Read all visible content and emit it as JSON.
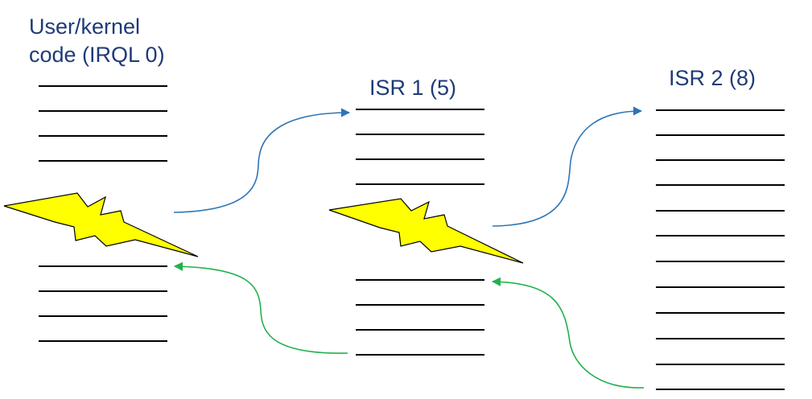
{
  "labels": {
    "user_line1": "User/kernel",
    "user_line2": "code (IRQL 0)",
    "isr1": "ISR 1 (5)",
    "isr2": "ISR 2 (8)"
  },
  "colors": {
    "label": "#1f3a78",
    "line": "#000000",
    "interrupt_arrow": "#2e75b6",
    "return_arrow": "#22b14c",
    "lightning_fill": "#ffff00"
  },
  "columns": {
    "user": {
      "lines_before_interrupt": 4,
      "lines_after_interrupt": 4
    },
    "isr1": {
      "lines_before_interrupt": 4,
      "lines_after_interrupt": 4
    },
    "isr2": {
      "lines": 12
    }
  }
}
